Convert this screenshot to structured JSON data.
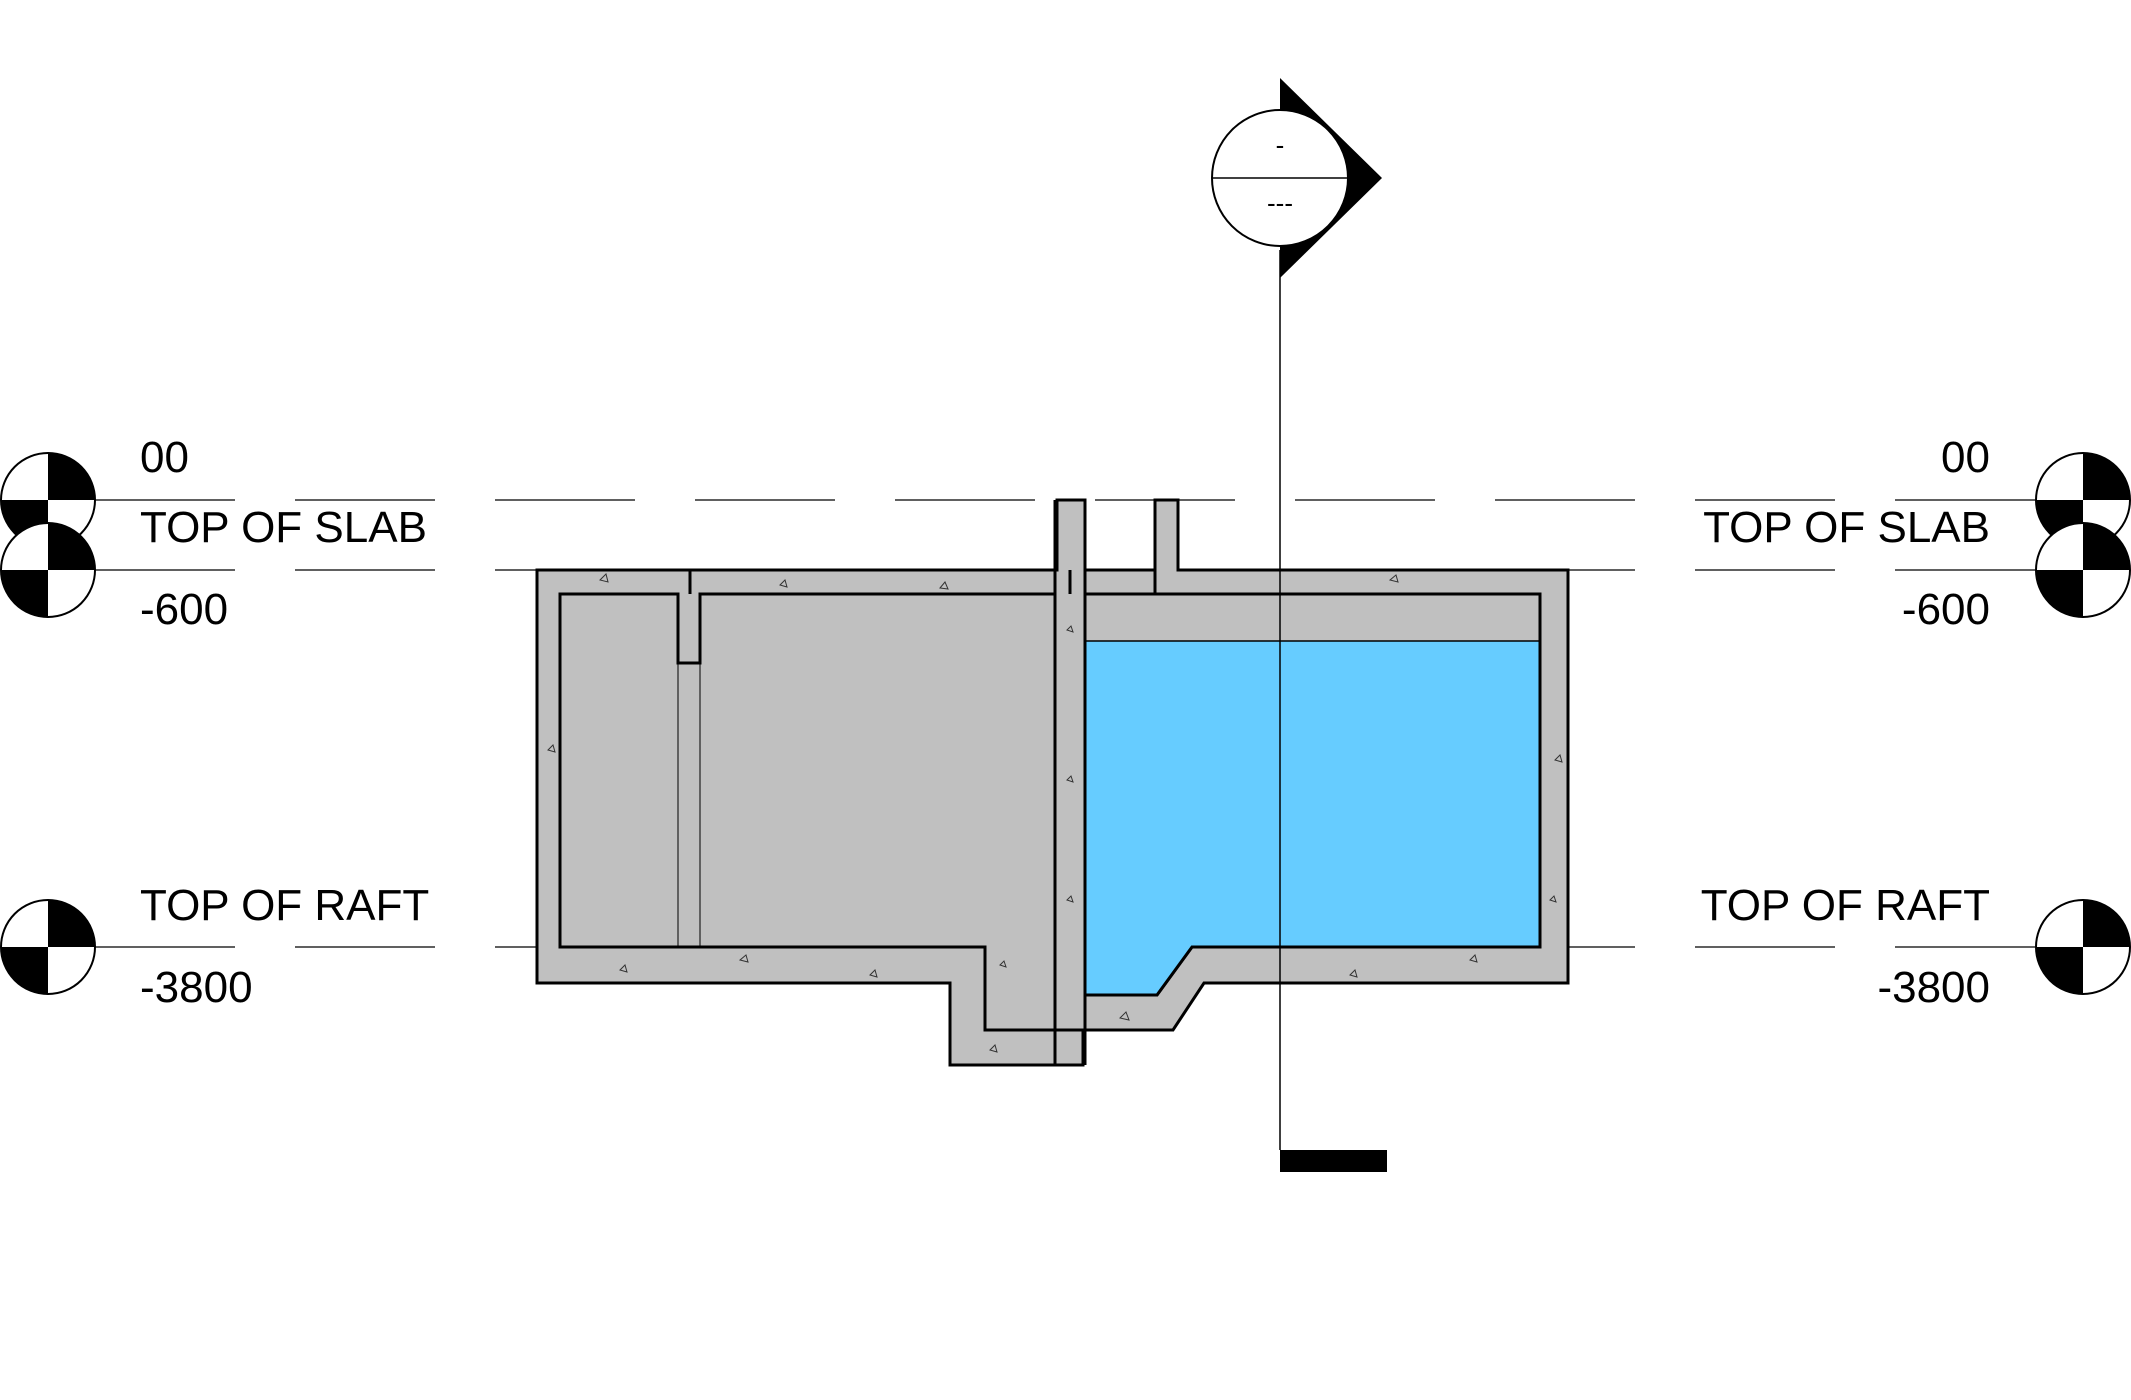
{
  "levels": [
    {
      "id": "ground",
      "name": "",
      "value": "00"
    },
    {
      "id": "slab",
      "name": "TOP OF SLAB",
      "value": "-600"
    },
    {
      "id": "raft",
      "name": "TOP OF RAFT",
      "value": "-3800"
    }
  ],
  "section_marker": {
    "top_text": "-",
    "bottom_text": "---"
  },
  "colors": {
    "concrete": "#c0c0c0",
    "water": "#66ccff",
    "line": "#000000",
    "background": "#ffffff"
  }
}
